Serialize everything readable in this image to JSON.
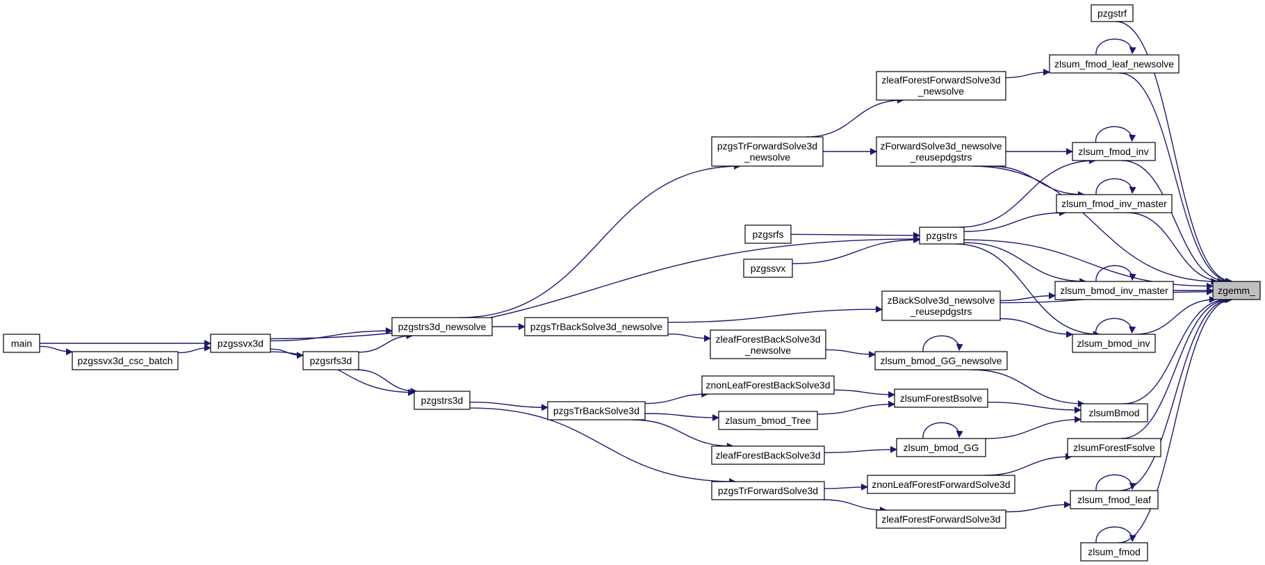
{
  "graph": {
    "type": "call-graph",
    "edge_color": "#191970",
    "highlight_color": "#bfbfbf",
    "nodes": {
      "pzgstrf": [
        "pzgstrf"
      ],
      "zlsum_fmod_leaf_newsolve": [
        "zlsum_fmod_leaf_newsolve"
      ],
      "zleafForestForwardSolve3d_newsolve": [
        "zleafForestForwardSolve3d",
        "_newsolve"
      ],
      "pzgsTrForwardSolve3d_newsolve": [
        "pzgsTrForwardSolve3d",
        "_newsolve"
      ],
      "zForwardSolve3d_newsolve_reusepdgstrs": [
        "zForwardSolve3d_newsolve",
        "_reusepdgstrs"
      ],
      "zlsum_fmod_inv": [
        "zlsum_fmod_inv"
      ],
      "zlsum_fmod_inv_master": [
        "zlsum_fmod_inv_master"
      ],
      "pzgsrfs": [
        "pzgsrfs"
      ],
      "pzgstrs": [
        "pzgstrs"
      ],
      "pzgssvx": [
        "pzgssvx"
      ],
      "zgemm_": [
        "zgemm_"
      ],
      "zlsum_bmod_inv_master": [
        "zlsum_bmod_inv_master"
      ],
      "zBackSolve3d_newsolve_reusepdgstrs": [
        "zBackSolve3d_newsolve",
        "_reusepdgstrs"
      ],
      "main": [
        "main"
      ],
      "pzgssvx3d": [
        "pzgssvx3d"
      ],
      "pzgstrs3d_newsolve": [
        "pzgstrs3d_newsolve"
      ],
      "pzgsTrBackSolve3d_newsolve": [
        "pzgsTrBackSolve3d_newsolve"
      ],
      "zlsum_bmod_inv": [
        "zlsum_bmod_inv"
      ],
      "pzgssvx3d_csc_batch": [
        "pzgssvx3d_csc_batch"
      ],
      "pzgsrfs3d": [
        "pzgsrfs3d"
      ],
      "zleafForestBackSolve3d_newsolve": [
        "zleafForestBackSolve3d",
        "_newsolve"
      ],
      "zlsum_bmod_GG_newsolve": [
        "zlsum_bmod_GG_newsolve"
      ],
      "znonLeafForestBackSolve3d": [
        "znonLeafForestBackSolve3d"
      ],
      "zlsumForestBsolve": [
        "zlsumForestBsolve"
      ],
      "pzgstrs3d": [
        "pzgstrs3d"
      ],
      "pzgsTrBackSolve3d": [
        "pzgsTrBackSolve3d"
      ],
      "zlsumBmod": [
        "zlsumBmod"
      ],
      "zlasum_bmod_Tree": [
        "zlasum_bmod_Tree"
      ],
      "zlsum_bmod_GG": [
        "zlsum_bmod_GG"
      ],
      "zleafForestBackSolve3d": [
        "zleafForestBackSolve3d"
      ],
      "zlsumForestFsolve": [
        "zlsumForestFsolve"
      ],
      "znonLeafForestForwardSolve3d": [
        "znonLeafForestForwardSolve3d"
      ],
      "pzgsTrForwardSolve3d": [
        "pzgsTrForwardSolve3d"
      ],
      "zlsum_fmod_leaf": [
        "zlsum_fmod_leaf"
      ],
      "zleafForestForwardSolve3d": [
        "zleafForestForwardSolve3d"
      ],
      "zlsum_fmod": [
        "zlsum_fmod"
      ]
    },
    "edges": [
      [
        "pzgstrf",
        "zgemm_"
      ],
      [
        "zlsum_fmod_leaf_newsolve",
        "zgemm_"
      ],
      [
        "zlsum_fmod_leaf_newsolve",
        "zlsum_fmod_leaf_newsolve"
      ],
      [
        "zleafForestForwardSolve3d_newsolve",
        "zlsum_fmod_leaf_newsolve"
      ],
      [
        "pzgsTrForwardSolve3d_newsolve",
        "zleafForestForwardSolve3d_newsolve"
      ],
      [
        "pzgsTrForwardSolve3d_newsolve",
        "zForwardSolve3d_newsolve_reusepdgstrs"
      ],
      [
        "zForwardSolve3d_newsolve_reusepdgstrs",
        "zgemm_"
      ],
      [
        "zForwardSolve3d_newsolve_reusepdgstrs",
        "zlsum_fmod_inv"
      ],
      [
        "zForwardSolve3d_newsolve_reusepdgstrs",
        "zlsum_fmod_inv_master"
      ],
      [
        "zlsum_fmod_inv",
        "zgemm_"
      ],
      [
        "zlsum_fmod_inv",
        "zlsum_fmod_inv"
      ],
      [
        "zlsum_fmod_inv_master",
        "zgemm_"
      ],
      [
        "zlsum_fmod_inv_master",
        "zlsum_fmod_inv_master"
      ],
      [
        "pzgsrfs",
        "pzgstrs"
      ],
      [
        "pzgssvx",
        "pzgstrs"
      ],
      [
        "pzgstrs",
        "zgemm_"
      ],
      [
        "pzgstrs",
        "zlsum_fmod_inv"
      ],
      [
        "pzgstrs",
        "zlsum_fmod_inv_master"
      ],
      [
        "pzgstrs",
        "zlsum_bmod_inv_master"
      ],
      [
        "pzgstrs",
        "zlsum_bmod_inv"
      ],
      [
        "zlsum_bmod_inv_master",
        "zgemm_"
      ],
      [
        "zlsum_bmod_inv_master",
        "zlsum_bmod_inv_master"
      ],
      [
        "zBackSolve3d_newsolve_reusepdgstrs",
        "zgemm_"
      ],
      [
        "zBackSolve3d_newsolve_reusepdgstrs",
        "zlsum_bmod_inv_master"
      ],
      [
        "zBackSolve3d_newsolve_reusepdgstrs",
        "zlsum_bmod_inv"
      ],
      [
        "zlsum_bmod_inv",
        "zgemm_"
      ],
      [
        "zlsum_bmod_inv",
        "zlsum_bmod_inv"
      ],
      [
        "main",
        "pzgssvx3d"
      ],
      [
        "main",
        "pzgssvx3d_csc_batch"
      ],
      [
        "pzgssvx3d_csc_batch",
        "pzgssvx3d"
      ],
      [
        "pzgssvx3d",
        "pzgstrs"
      ],
      [
        "pzgssvx3d",
        "pzgstrs3d_newsolve"
      ],
      [
        "pzgssvx3d",
        "pzgsrfs3d"
      ],
      [
        "pzgssvx3d",
        "pzgstrs3d"
      ],
      [
        "pzgsrfs3d",
        "pzgstrs3d_newsolve"
      ],
      [
        "pzgsrfs3d",
        "pzgstrs3d"
      ],
      [
        "pzgstrs3d_newsolve",
        "pzgsTrForwardSolve3d_newsolve"
      ],
      [
        "pzgstrs3d_newsolve",
        "pzgsTrBackSolve3d_newsolve"
      ],
      [
        "pzgsTrBackSolve3d_newsolve",
        "zBackSolve3d_newsolve_reusepdgstrs"
      ],
      [
        "pzgsTrBackSolve3d_newsolve",
        "zleafForestBackSolve3d_newsolve"
      ],
      [
        "zleafForestBackSolve3d_newsolve",
        "zlsum_bmod_GG_newsolve"
      ],
      [
        "zlsum_bmod_GG_newsolve",
        "zlsum_bmod_GG_newsolve"
      ],
      [
        "zlsum_bmod_GG_newsolve",
        "zlsumBmod"
      ],
      [
        "pzgstrs3d",
        "pzgsTrBackSolve3d"
      ],
      [
        "pzgstrs3d",
        "pzgsTrForwardSolve3d"
      ],
      [
        "pzgsTrBackSolve3d",
        "znonLeafForestBackSolve3d"
      ],
      [
        "pzgsTrBackSolve3d",
        "zlasum_bmod_Tree"
      ],
      [
        "pzgsTrBackSolve3d",
        "zleafForestBackSolve3d"
      ],
      [
        "znonLeafForestBackSolve3d",
        "zlsumForestBsolve"
      ],
      [
        "zlasum_bmod_Tree",
        "zlsumForestBsolve"
      ],
      [
        "zlsumForestBsolve",
        "zlsumBmod"
      ],
      [
        "zlsumBmod",
        "zgemm_"
      ],
      [
        "zleafForestBackSolve3d",
        "zlsum_bmod_GG"
      ],
      [
        "zlsum_bmod_GG",
        "zlsum_bmod_GG"
      ],
      [
        "zlsum_bmod_GG",
        "zlsumBmod"
      ],
      [
        "zlsumForestFsolve",
        "zgemm_"
      ],
      [
        "pzgsTrForwardSolve3d",
        "znonLeafForestForwardSolve3d"
      ],
      [
        "pzgsTrForwardSolve3d",
        "zleafForestForwardSolve3d"
      ],
      [
        "znonLeafForestForwardSolve3d",
        "zlsumForestFsolve"
      ],
      [
        "zleafForestForwardSolve3d",
        "zlsum_fmod_leaf"
      ],
      [
        "zlsum_fmod_leaf",
        "zgemm_"
      ],
      [
        "zlsum_fmod_leaf",
        "zlsum_fmod_leaf"
      ],
      [
        "zlsum_fmod",
        "zgemm_"
      ],
      [
        "zlsum_fmod",
        "zlsum_fmod"
      ]
    ]
  }
}
